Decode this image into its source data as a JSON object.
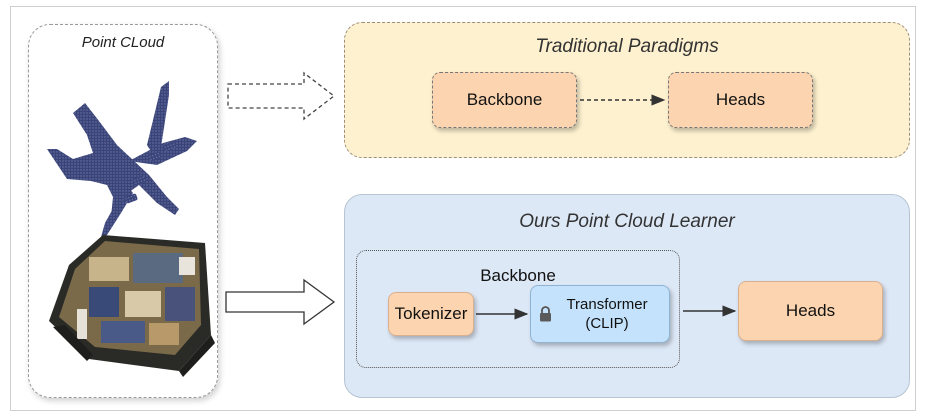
{
  "point_cloud": {
    "title": "Point CLoud"
  },
  "traditional": {
    "title": "Traditional Paradigms",
    "backbone_label": "Backbone",
    "heads_label": "Heads"
  },
  "ours": {
    "title": "Ours Point Cloud Learner",
    "backbone_group_label": "Backbone",
    "tokenizer_label": "Tokenizer",
    "transformer_line1": "Transformer",
    "transformer_line2": "(CLIP)",
    "heads_label": "Heads"
  },
  "colors": {
    "traditional_bg": "#fdf1cf",
    "ours_bg": "#dde8f7",
    "orange_box": "#fcd5b0",
    "blue_box": "#c4e2fb",
    "airplane": "#3b4478"
  }
}
